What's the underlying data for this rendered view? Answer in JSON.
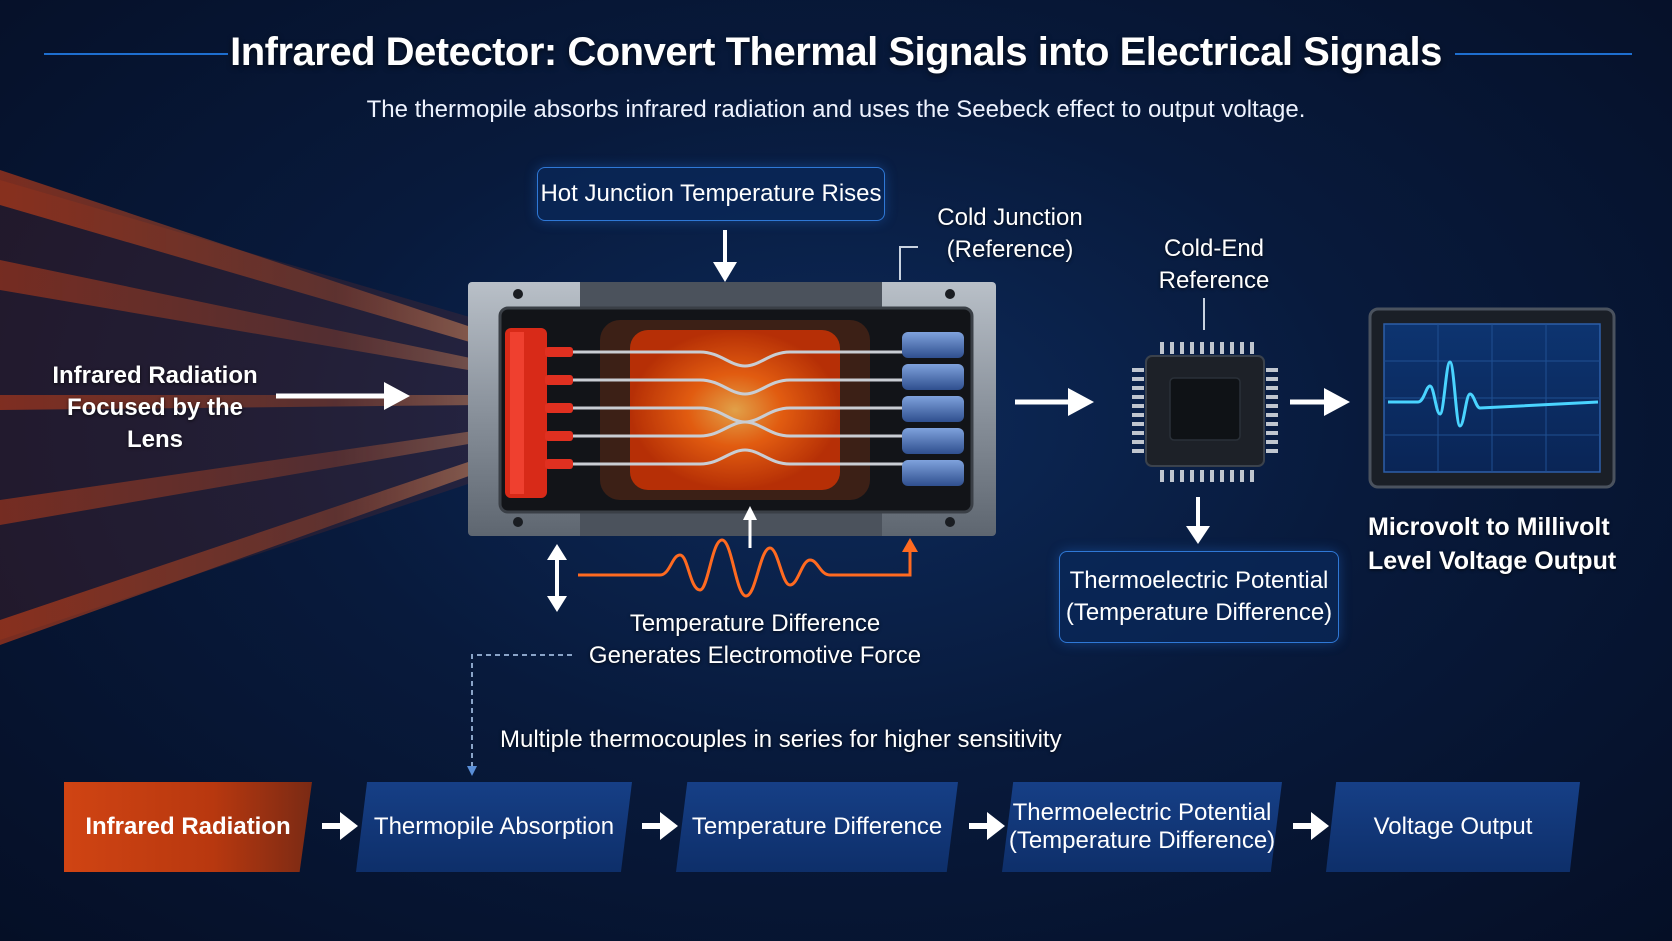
{
  "title": "Infrared Detector: Convert Thermal Signals into Electrical Signals",
  "subtitle": "The thermopile absorbs infrared radiation and uses the Seebeck effect to output voltage.",
  "labels": {
    "infrared_line1": "Infrared Radiation",
    "infrared_line2": "Focused by the Lens",
    "hot_junction": "Hot Junction Temperature Rises",
    "cold_junction_line1": "Cold Junction",
    "cold_junction_line2": "(Reference)",
    "cold_end_line1": "Cold-End",
    "cold_end_line2": "Reference",
    "temp_diff_line1": "Temperature Difference",
    "temp_diff_line2": "Generates Electromotive Force",
    "thermo_potential_line1": "Thermoelectric Potential",
    "thermo_potential_line2": "(Temperature Difference)",
    "output_line1": "Microvolt to Millivolt",
    "output_line2": "Level Voltage Output",
    "series_note": "Multiple thermocouples in series for higher sensitivity"
  },
  "flow": [
    {
      "label": "Infrared Radiation"
    },
    {
      "label": "Thermopile Absorption"
    },
    {
      "label": "Temperature Difference"
    },
    {
      "label_line1": "Thermoelectric Potential",
      "label_line2": "(Temperature Difference)"
    },
    {
      "label": "Voltage Output"
    }
  ],
  "colors": {
    "background": "#081a3c",
    "accent_blue": "#2f78d6",
    "infrared_orange": "#ff5a1a",
    "signal_cyan": "#38c8ff"
  }
}
